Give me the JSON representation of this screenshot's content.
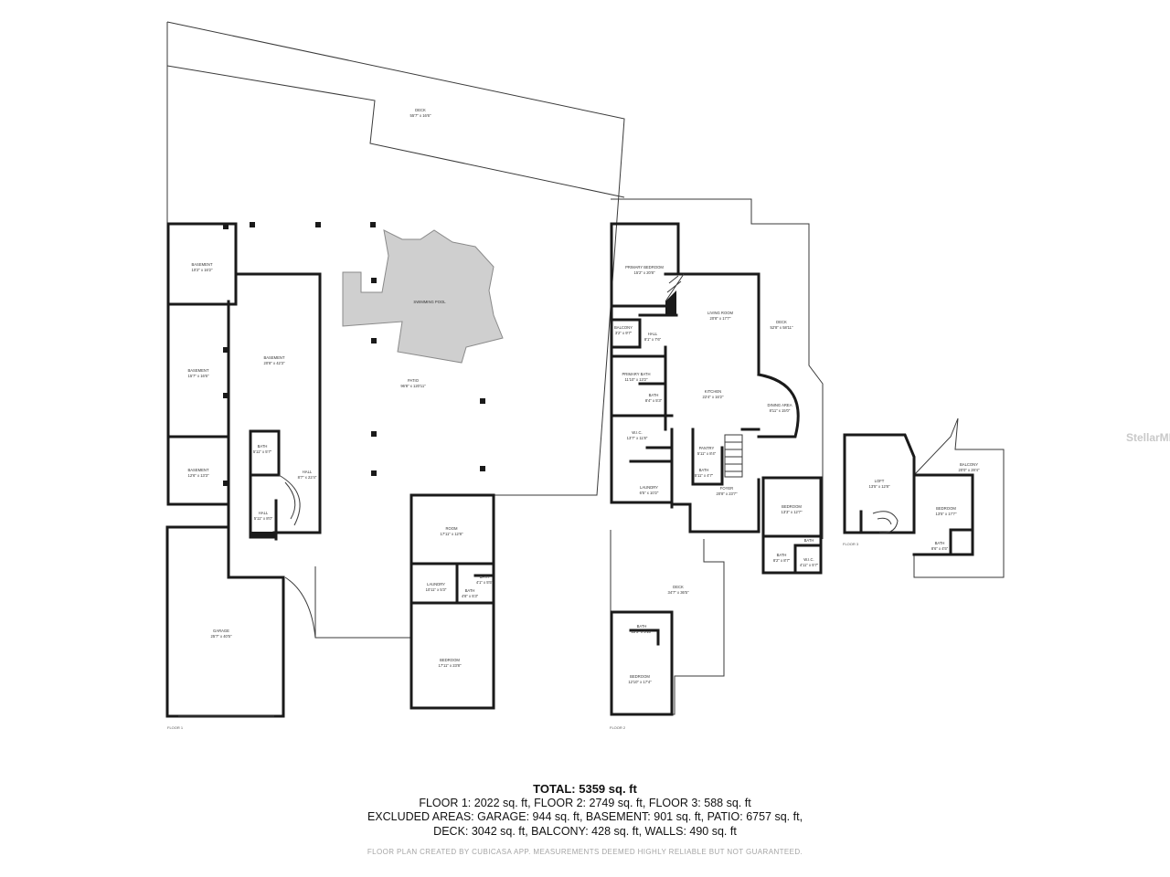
{
  "watermark": "StellarMLS",
  "floors": {
    "floor1": "FLOOR 1",
    "floor2": "FLOOR 2",
    "floor3": "FLOOR 3"
  },
  "rooms": {
    "deck_top": {
      "name": "DECK",
      "dims": "55'7\" x 16'6\""
    },
    "basement_1": {
      "name": "BASEMENT",
      "dims": "10'2\" x 16'2\""
    },
    "basement_2": {
      "name": "BASEMENT",
      "dims": "15'7\" x 16'6\""
    },
    "basement_3": {
      "name": "BASEMENT",
      "dims": "12'6\" x 13'3\""
    },
    "basement_main": {
      "name": "BASEMENT",
      "dims": "20'8\" x 42'3\""
    },
    "swimming_pool": {
      "name": "SWIMMING POOL",
      "dims": ""
    },
    "patio": {
      "name": "PATIO",
      "dims": "96'8\" x 120'11\""
    },
    "bath_f1": {
      "name": "BATH",
      "dims": "5'11\" x 5'7\""
    },
    "hall_f1a": {
      "name": "HALL",
      "dims": "8'7\" x 22'4\""
    },
    "hall_f1b": {
      "name": "HALL",
      "dims": "5'11\" x 8'0\""
    },
    "garage": {
      "name": "GARAGE",
      "dims": "25'7\" x 40'5\""
    },
    "room": {
      "name": "ROOM",
      "dims": "17'11\" x 12'8\""
    },
    "laundry_f1": {
      "name": "LAUNDRY",
      "dims": "10'11\" x 5'3\""
    },
    "bath_f1b": {
      "name": "BATH",
      "dims": "4'1\" x 5'5\""
    },
    "bath_f1c": {
      "name": "BATH",
      "dims": "4'8\" x 5'3\""
    },
    "bedroom_f1": {
      "name": "BEDROOM",
      "dims": "17'11\" x 23'8\""
    },
    "primary_bedroom": {
      "name": "PRIMARY BEDROOM",
      "dims": "15'2\" x 20'8\""
    },
    "balcony_f2": {
      "name": "BALCONY",
      "dims": "3'2\" x 9'7\""
    },
    "hall_f2": {
      "name": "HALL",
      "dims": "8'1\" x 7'6\""
    },
    "living_room": {
      "name": "LIVING ROOM",
      "dims": "20'8\" x 17'7\""
    },
    "deck_f2": {
      "name": "DECK",
      "dims": "52'8\" x 58'11\""
    },
    "primary_bath": {
      "name": "PRIMARY BATH",
      "dims": "11'10\" x 13'2\""
    },
    "bath_f2a": {
      "name": "BATH",
      "dims": "8'4\" x 5'3\""
    },
    "kitchen": {
      "name": "KITCHEN",
      "dims": "22'4\" x 16'2\""
    },
    "dining_area": {
      "name": "DINING AREA",
      "dims": "8'11\" x 15'0\""
    },
    "wic_f2": {
      "name": "W.I.C.",
      "dims": "13'7\" x 11'8\""
    },
    "pantry": {
      "name": "PANTRY",
      "dims": "5'11\" x 8'4\""
    },
    "laundry_f2": {
      "name": "LAUNDRY",
      "dims": "6'5\" x 10'2\""
    },
    "bath_f2b": {
      "name": "BATH",
      "dims": "5'11\" x 4'7\""
    },
    "foyer": {
      "name": "FOYER",
      "dims": "20'8\" x 23'7\""
    },
    "bedroom_f2a": {
      "name": "BEDROOM",
      "dims": "13'3\" x 12'7\""
    },
    "bath_f2c": {
      "name": "BATH",
      "dims": "8'2\" x 8'7\""
    },
    "bath_f2d": {
      "name": "BATH",
      "dims": ""
    },
    "wic_f2b": {
      "name": "W.I.C.",
      "dims": "4'11\" x 5'7\""
    },
    "deck_f2b": {
      "name": "DECK",
      "dims": "34'7\" x 36'5\""
    },
    "bath_f2e": {
      "name": "BATH",
      "dims": "12'5\" x 5'10\""
    },
    "bedroom_f2b": {
      "name": "BEDROOM",
      "dims": "12'10\" x 17'4\""
    },
    "loft": {
      "name": "LOFT",
      "dims": "13'5\" x 12'8\""
    },
    "balcony_f3": {
      "name": "BALCONY",
      "dims": "20'0\" x 28'4\""
    },
    "bedroom_f3": {
      "name": "BEDROOM",
      "dims": "13'5\" x 17'7\""
    },
    "bath_f3": {
      "name": "BATH",
      "dims": "8'6\" x 4'5\""
    }
  },
  "summary": {
    "total": "TOTAL: 5359 sq. ft",
    "line1": "FLOOR 1: 2022 sq. ft, FLOOR 2: 2749 sq. ft, FLOOR 3: 588 sq. ft",
    "line2": "EXCLUDED AREAS: GARAGE: 944 sq. ft, BASEMENT: 901 sq. ft, PATIO: 6757 sq. ft,",
    "line3": "DECK: 3042 sq. ft, BALCONY: 428 sq. ft, WALLS: 490 sq. ft"
  },
  "disclaimer": "FLOOR PLAN CREATED BY CUBICASA APP. MEASUREMENTS DEEMED HIGHLY RELIABLE BUT NOT GUARANTEED."
}
